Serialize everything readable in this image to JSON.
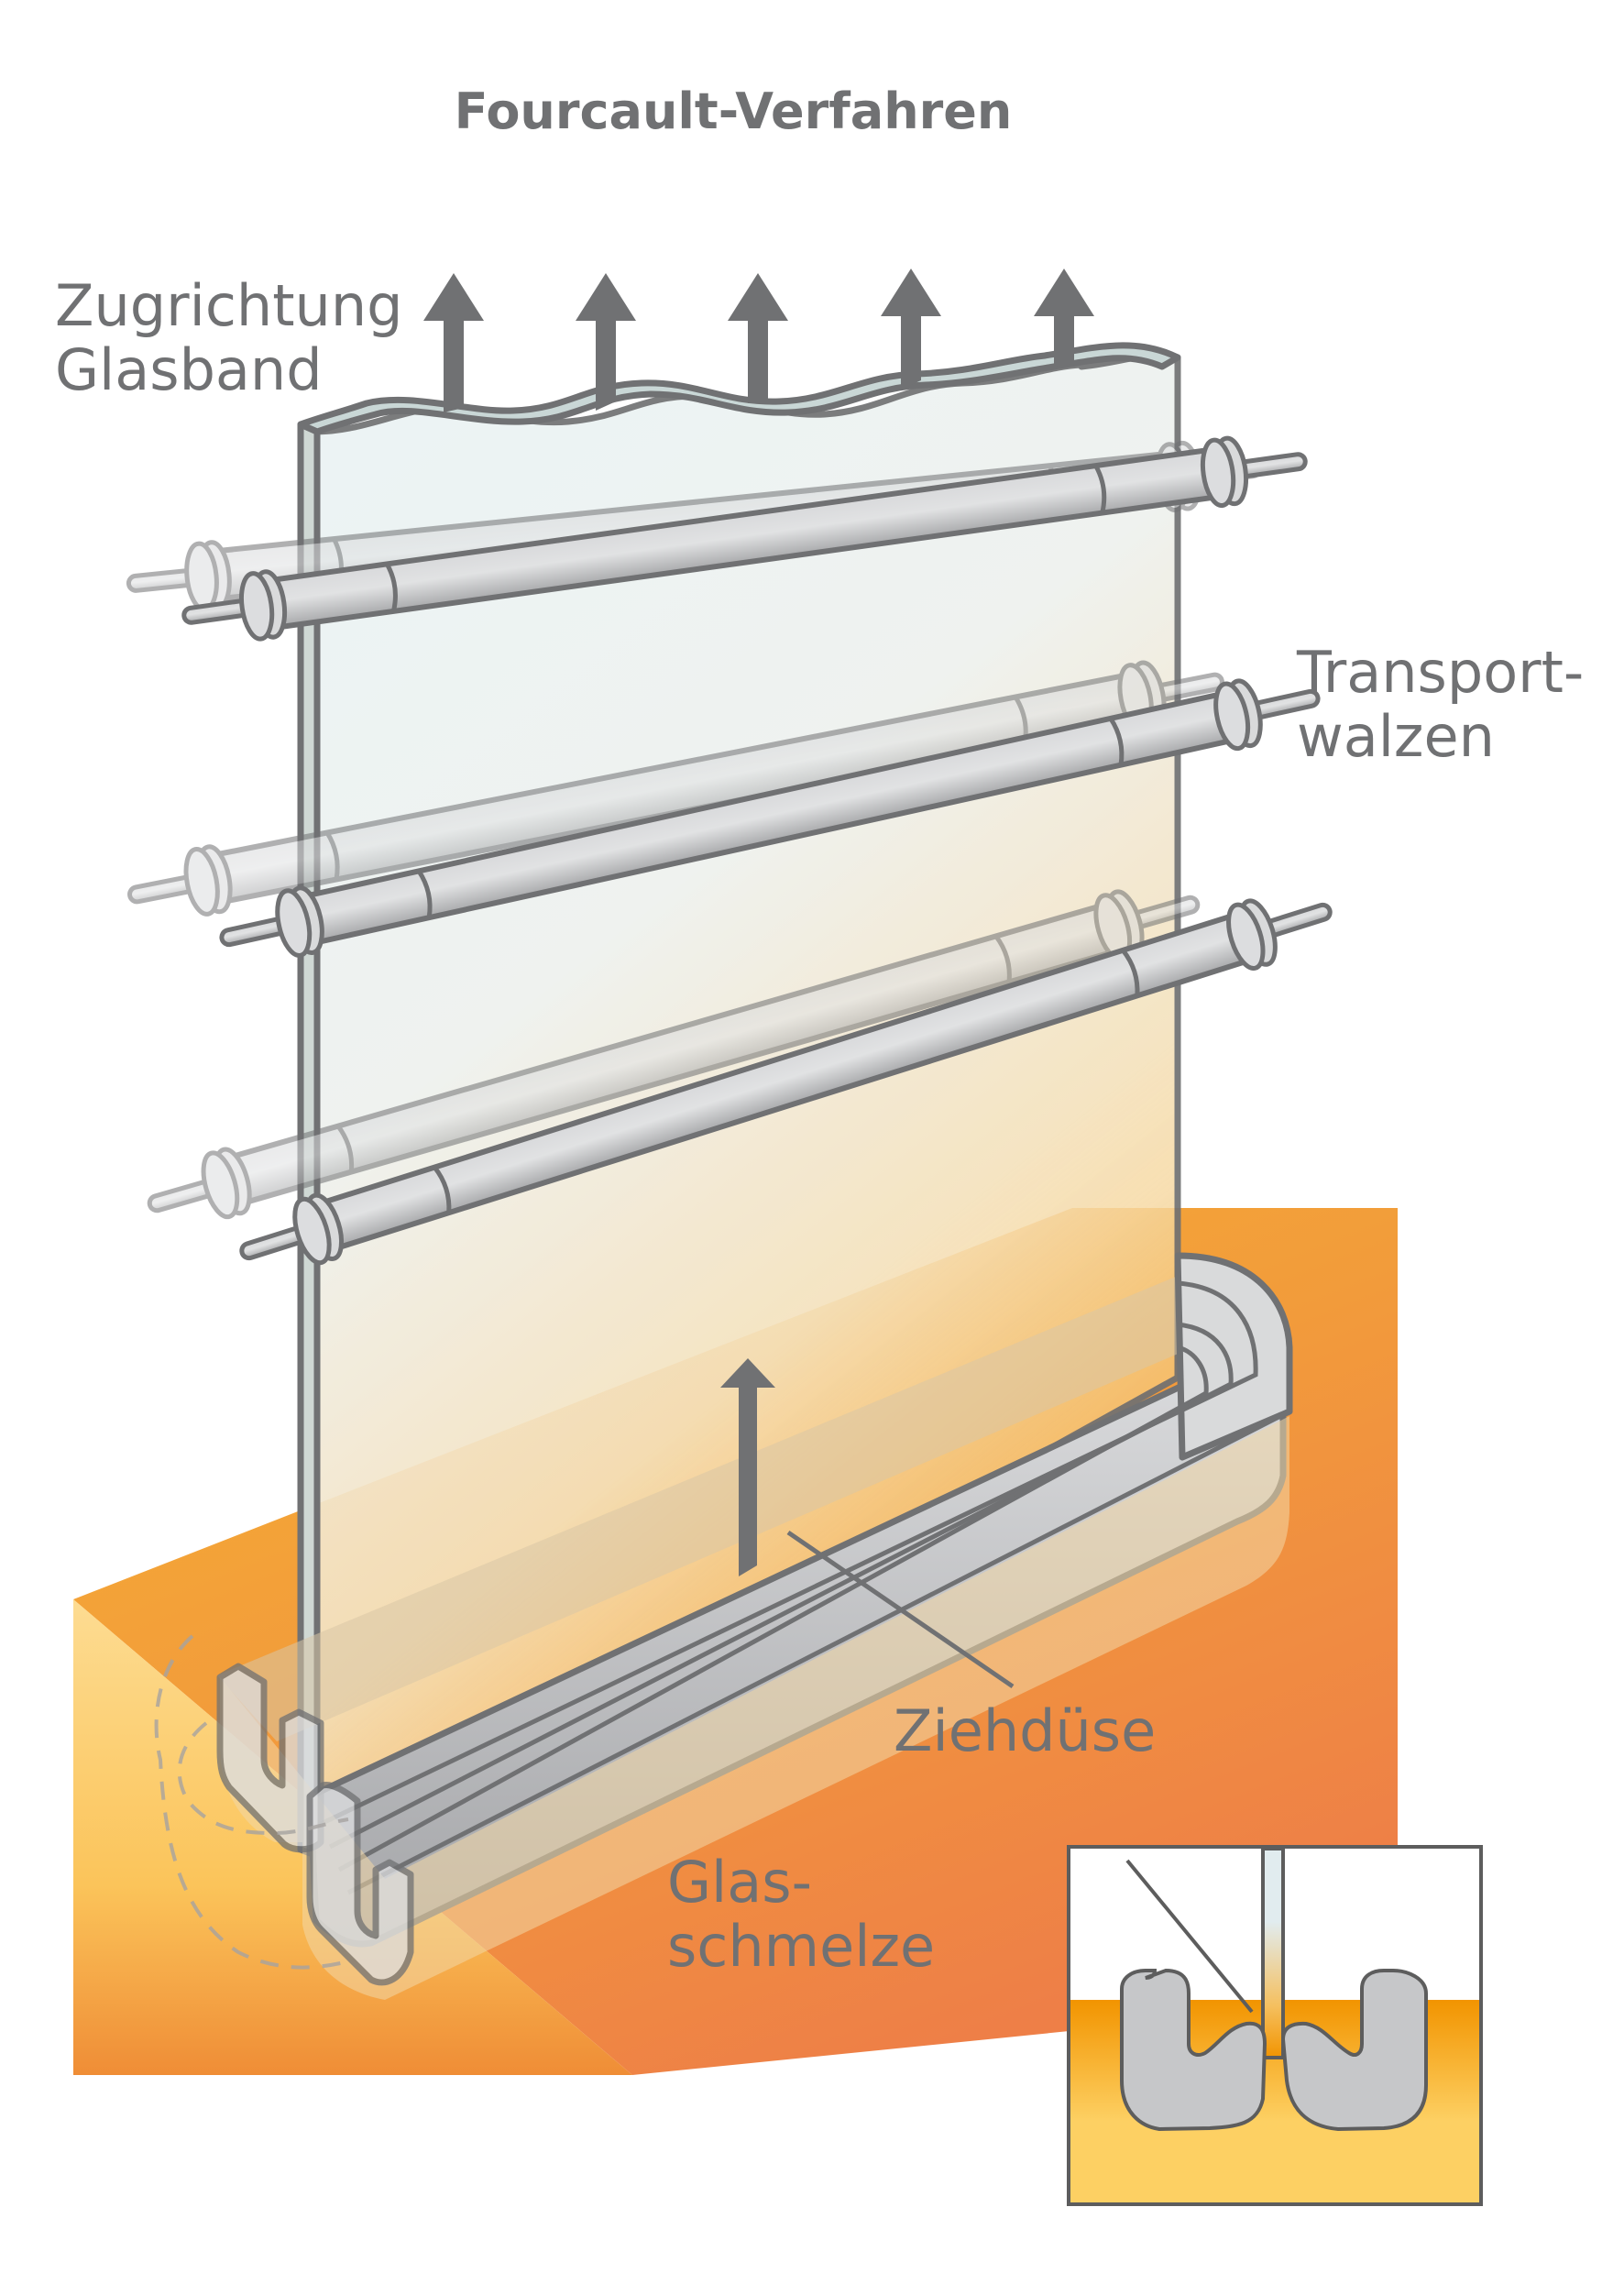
{
  "title": "Fourcault-Verfahren",
  "labels": {
    "pull_direction": [
      "Zugrichtung",
      "Glasband"
    ],
    "transport_rollers": [
      "Transport-",
      "walzen"
    ],
    "nozzle": "Ziehdüse",
    "glass_melt": [
      "Glas-",
      "schmelze"
    ]
  },
  "components": {
    "pull_arrows_count": 5,
    "roller_pairs_count": 3,
    "inner_pull_arrow": "up-arrow-icon",
    "detail_inset": "nozzle-cross-section"
  },
  "colors": {
    "text": "#707173",
    "outline": "#707173",
    "glass_light": "#eaf3f5",
    "glass_edge": "#c9d7d6",
    "roller": "#d9dadb",
    "melt_top": "#f6b233",
    "melt_deep": "#ee8348",
    "melt_light": "#fdd37a",
    "nozzle": "#c6c7c9",
    "inset_melt_top": "#f29400",
    "inset_melt_bottom": "#fdd063"
  }
}
